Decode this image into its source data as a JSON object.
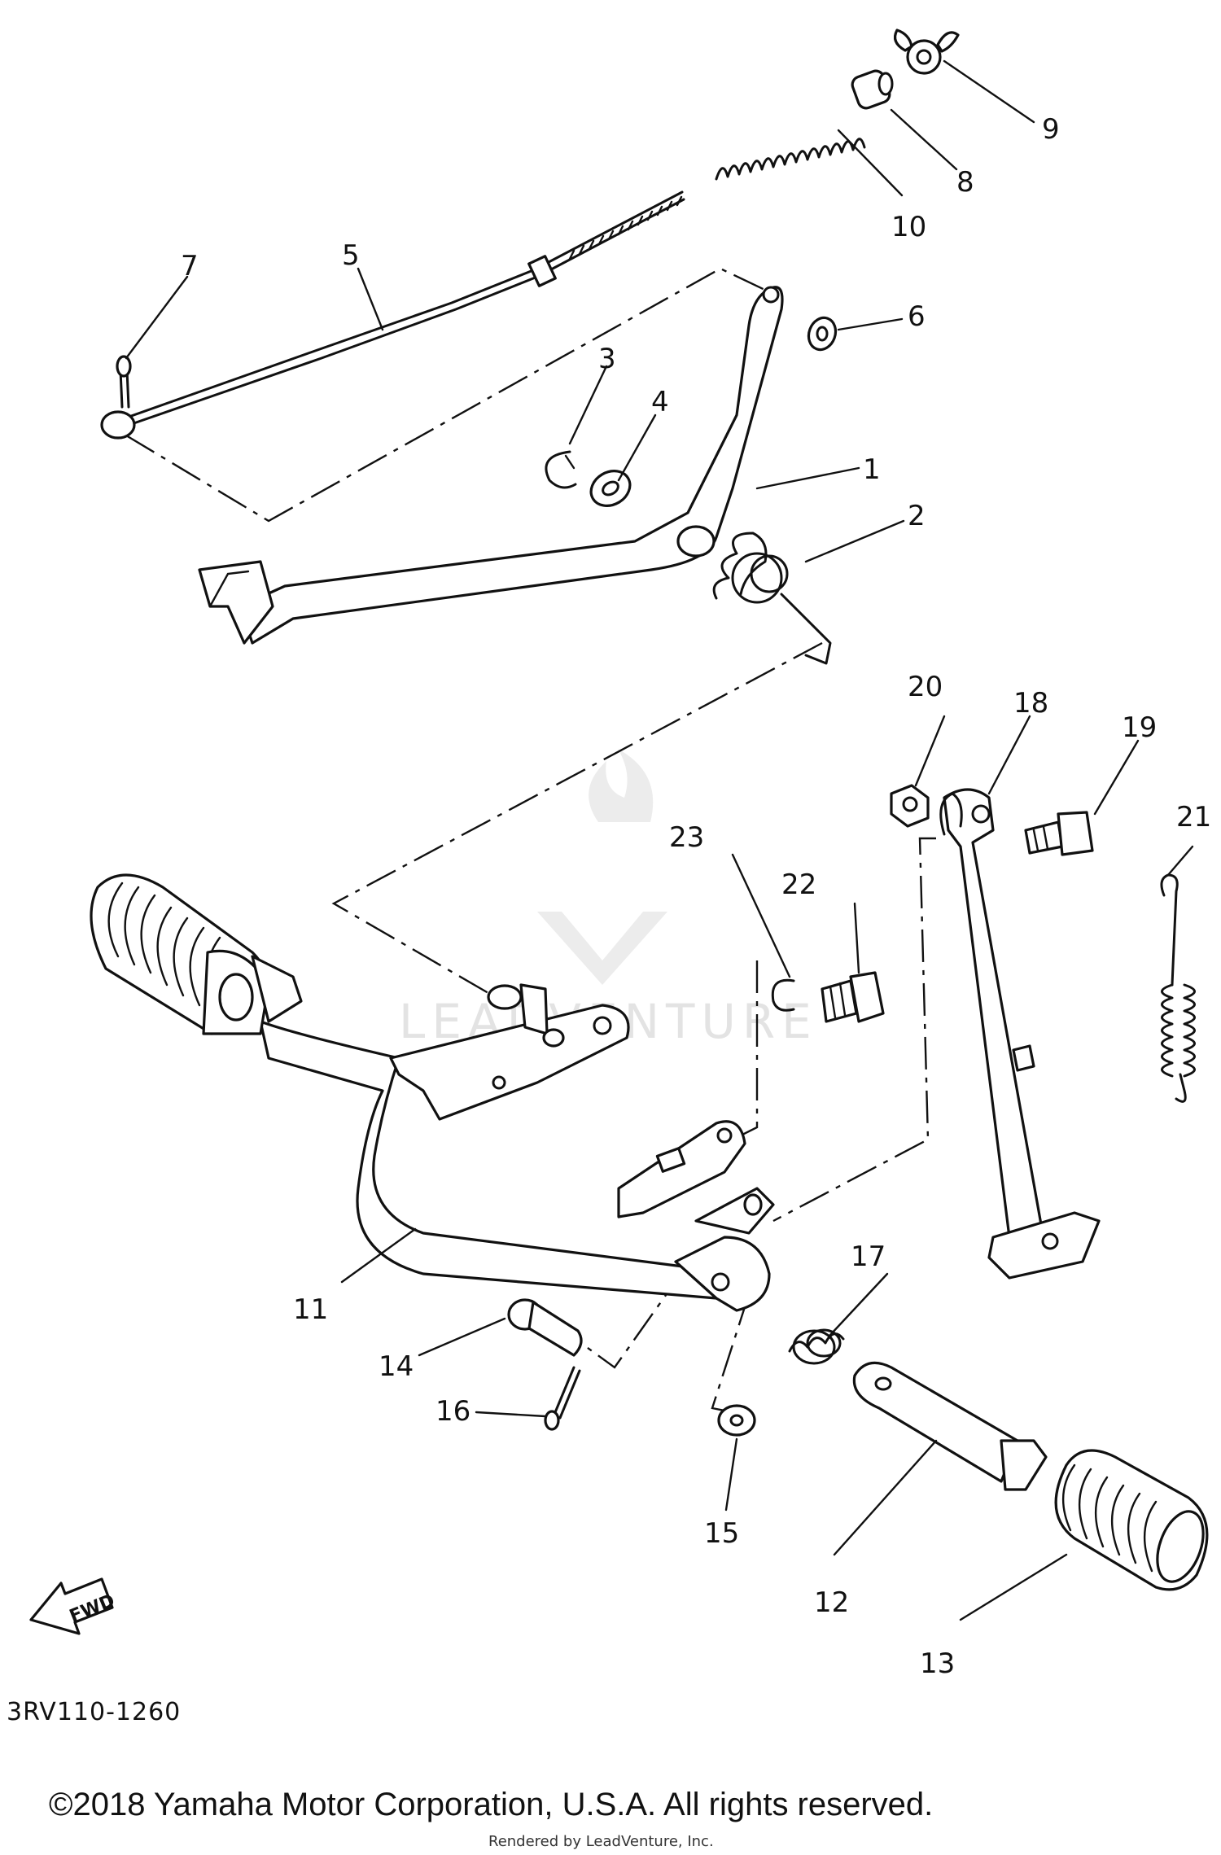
{
  "diagram": {
    "part_number": "3RV110-1260",
    "copyright": "©2018 Yamaha Motor Corporation, U.S.A. All rights reserved.",
    "rendered_by": "Rendered by LeadVenture, Inc.",
    "watermark": "LEADVENTURE",
    "fwd_label": "FWD",
    "callouts": [
      {
        "id": "c1",
        "label": "1"
      },
      {
        "id": "c2",
        "label": "2"
      },
      {
        "id": "c3",
        "label": "3"
      },
      {
        "id": "c4",
        "label": "4"
      },
      {
        "id": "c5",
        "label": "5"
      },
      {
        "id": "c6",
        "label": "6"
      },
      {
        "id": "c7",
        "label": "7"
      },
      {
        "id": "c8",
        "label": "8"
      },
      {
        "id": "c9",
        "label": "9"
      },
      {
        "id": "c10",
        "label": "10"
      },
      {
        "id": "c11",
        "label": "11"
      },
      {
        "id": "c12",
        "label": "12"
      },
      {
        "id": "c13",
        "label": "13"
      },
      {
        "id": "c14",
        "label": "14"
      },
      {
        "id": "c15",
        "label": "15"
      },
      {
        "id": "c16",
        "label": "16"
      },
      {
        "id": "c17",
        "label": "17"
      },
      {
        "id": "c18",
        "label": "18"
      },
      {
        "id": "c19",
        "label": "19"
      },
      {
        "id": "c20",
        "label": "20"
      },
      {
        "id": "c21",
        "label": "21"
      },
      {
        "id": "c22",
        "label": "22"
      },
      {
        "id": "c23",
        "label": "23"
      }
    ]
  }
}
